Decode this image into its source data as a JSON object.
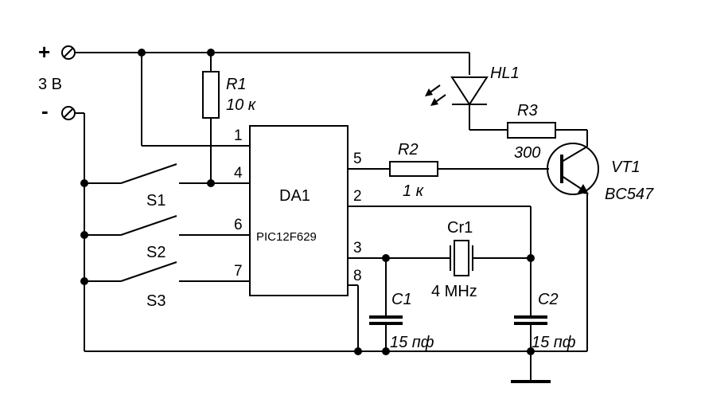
{
  "power": {
    "plus": "+",
    "minus": "-",
    "voltage": "3 В"
  },
  "ic": {
    "ref": "DA1",
    "part": "PIC12F629",
    "pins": [
      "1",
      "4",
      "6",
      "7",
      "5",
      "2",
      "3",
      "8"
    ]
  },
  "resistors": {
    "r1": {
      "ref": "R1",
      "value": "10 к"
    },
    "r2": {
      "ref": "R2",
      "value": "1 к"
    },
    "r3": {
      "ref": "R3",
      "value": "300"
    }
  },
  "led": {
    "ref": "HL1"
  },
  "transistor": {
    "ref": "VT1",
    "part": "BC547"
  },
  "crystal": {
    "ref": "Cr1",
    "value": "4 MHz"
  },
  "capacitors": {
    "c1": {
      "ref": "C1",
      "value": "15 пф"
    },
    "c2": {
      "ref": "C2",
      "value": "15 пф"
    }
  },
  "switches": {
    "s1": "S1",
    "s2": "S2",
    "s3": "S3"
  }
}
